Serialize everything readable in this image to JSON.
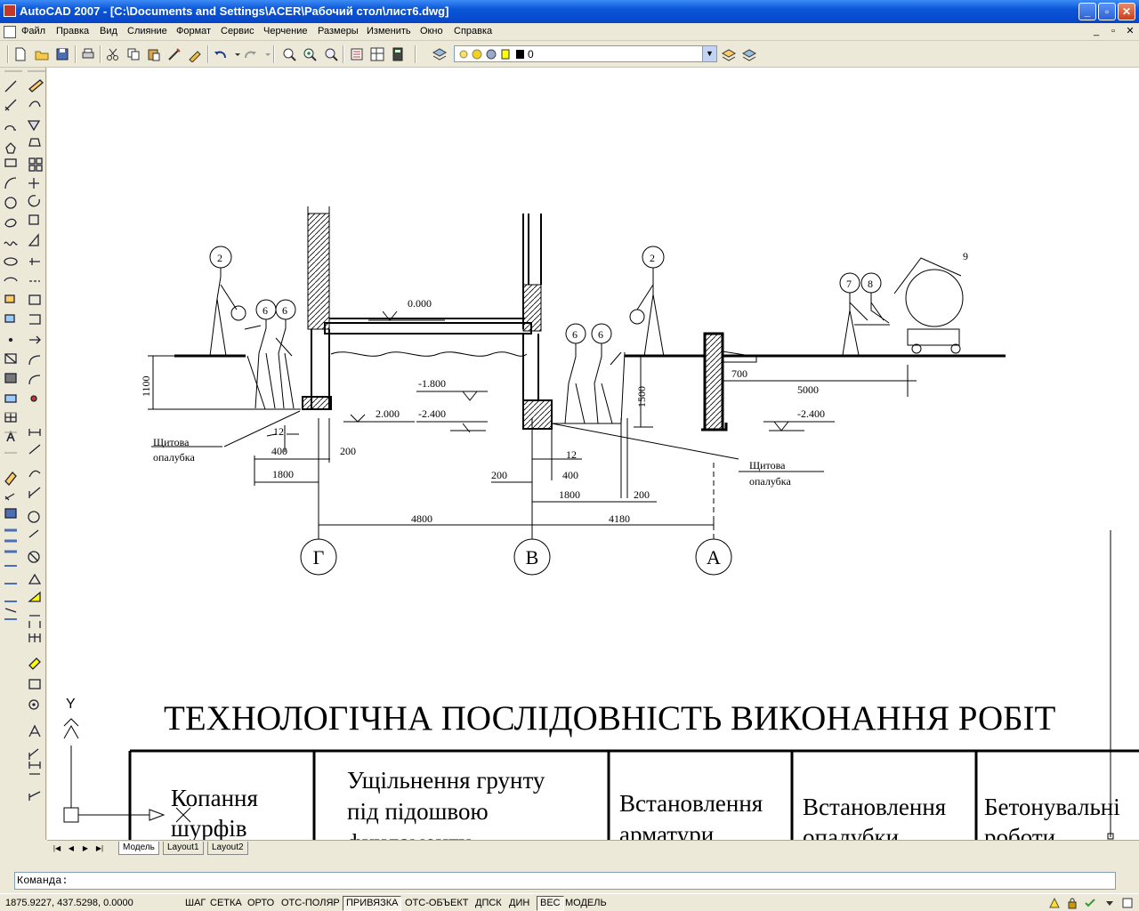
{
  "window": {
    "title": "AutoCAD 2007 - [C:\\Documents and Settings\\ACER\\Рабочий стол\\лист6.dwg]",
    "minimize": "_",
    "maximize": "▫",
    "close": "✕"
  },
  "menu": {
    "items": [
      "Файл",
      "Правка",
      "Вид",
      "Слияние",
      "Формат",
      "Сервис",
      "Черчение",
      "Размеры",
      "Изменить",
      "Окно",
      "Справка"
    ],
    "doc_minimize": "_",
    "doc_restore": "▫",
    "doc_close": "✕"
  },
  "toolbar": {
    "layer_value": "0",
    "layer_dropdown": "▼"
  },
  "drawing": {
    "bubble_labels": [
      "2",
      "6",
      "6",
      "2",
      "6",
      "6",
      "7",
      "8"
    ],
    "label_9": "9",
    "elev_0": "0.000",
    "elev_m1800": "-1.800",
    "elev_m2400a": "-2.400",
    "elev_2000": "2.000",
    "elev_m2400b": "-2.400",
    "dim_1100": "1100",
    "dim_1500": "1500",
    "dim_700": "700",
    "dim_5000": "5000",
    "dim_12a": "12",
    "dim_12b": "12",
    "dim_400a": "400",
    "dim_200a": "200",
    "dim_1800a": "1800",
    "dim_200b": "200",
    "dim_400b": "400",
    "dim_1800b": "1800",
    "dim_200c": "200",
    "dim_4800": "4800",
    "dim_4180": "4180",
    "note1_line1": "Щитова",
    "note1_line2": "опалубка",
    "note2_line1": "Щитова",
    "note2_line2": "опалубка",
    "axis_g": "Г",
    "axis_v": "В",
    "axis_a": "А",
    "ucs_y": "Y",
    "big_title": "ТЕХНОЛОГІЧНА ПОСЛІДОВНІСТЬ ВИКОНАННЯ РОБІТ",
    "table": [
      {
        "l1": "Копання",
        "l2": "шурфів"
      },
      {
        "l1": "Ущільнення грунту",
        "l2": "під підошвою",
        "l3": "фундаменту"
      },
      {
        "l1": "Встановлення",
        "l2": "арматури"
      },
      {
        "l1": "Встановлення",
        "l2": "опалубки"
      },
      {
        "l1": "Бетонувальні",
        "l2": "роботи"
      }
    ]
  },
  "tabs": {
    "nav": [
      "|◀",
      "◀",
      "▶",
      "▶|"
    ],
    "items": [
      "Модель",
      "Layout1",
      "Layout2"
    ],
    "active": "Модель"
  },
  "command": {
    "prompt": "Команда:"
  },
  "status": {
    "coords": "1875.9227, 437.5298, 0.0000",
    "buttons": [
      "ШАГ",
      "СЕТКА",
      "ОРТО",
      "ОТС-ПОЛЯР",
      "ПРИВЯЗКА",
      "ОТС-ОБЪЕКТ",
      "ДПСК",
      "ДИН",
      "ВЕС",
      "МОДЕЛЬ"
    ],
    "active": [
      "ПРИВЯЗКА",
      "ВЕС"
    ]
  },
  "colors": {
    "titlebar": "#0a55d8",
    "chrome": "#ece9d8",
    "canvas": "#ffffff",
    "ink": "#000000"
  }
}
